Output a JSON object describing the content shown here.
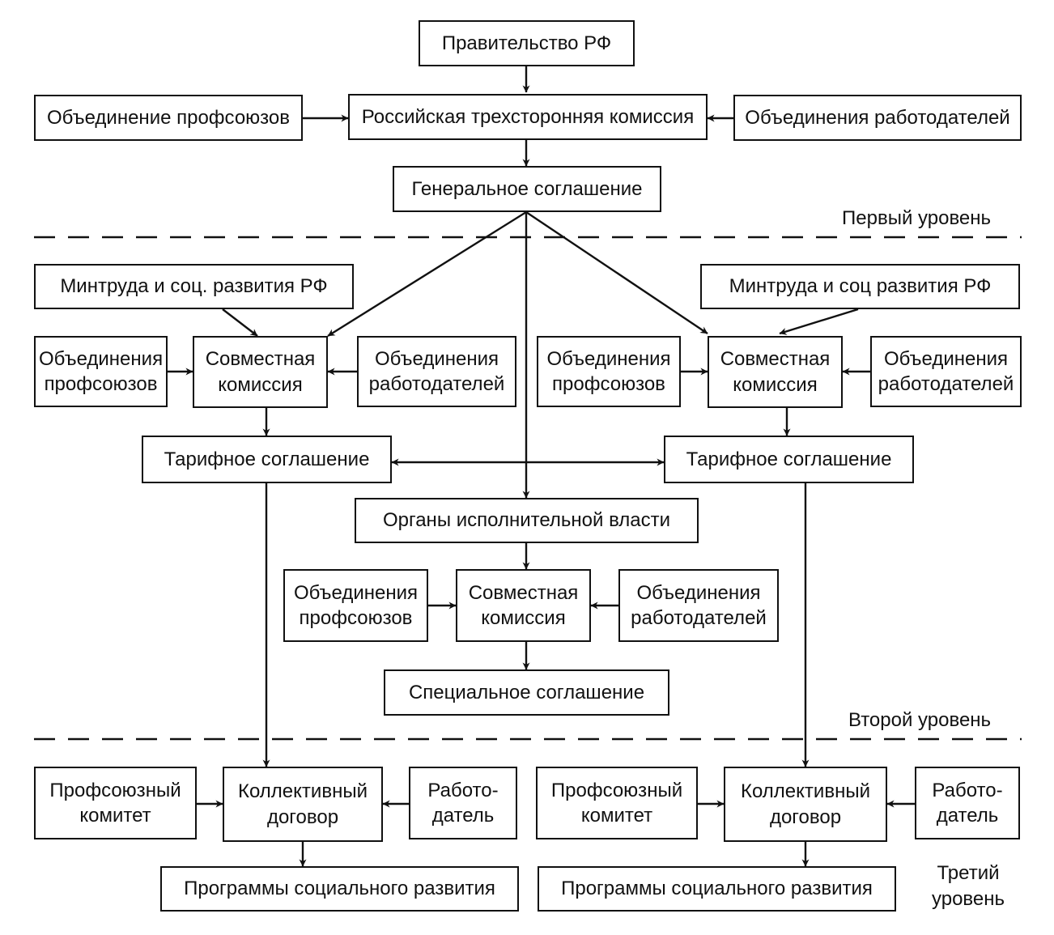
{
  "boxes": {
    "government": "Правительство РФ",
    "trade_unions_association_top": "Объединение профсоюзов",
    "tripartite_commission": "Российская трехсторонняя комиссия",
    "employers_associations_top": "Объединения работодателей",
    "general_agreement": "Генеральное соглашение",
    "ministry_left": "Минтруда и соц. развития РФ",
    "ministry_right": "Минтруда и соц  развития РФ",
    "unions_left": "Объединения\nпрофсоюзов",
    "joint_commission_left": "Совместная\nкомиссия",
    "employers_left": "Объединения\nработодателей",
    "unions_right": "Объединения\nпрофсоюзов",
    "joint_commission_right": "Совместная\nкомиссия",
    "employers_right": "Объединения\nработодателей",
    "tariff_left": "Тарифное соглашение",
    "tariff_right": "Тарифное соглашение",
    "executive_bodies": "Органы исполнительной власти",
    "unions_center": "Объединения\nпрофсоюзов",
    "joint_commission_center": "Совместная\nкомиссия",
    "employers_center": "Объединения\nработодателей",
    "special_agreement": "Специальное соглашение",
    "union_committee_left": "Профсоюзный\nкомитет",
    "collective_agreement_left": "Коллективный\nдоговор",
    "employer_left": "Работо-\nдатель",
    "union_committee_right": "Профсоюзный\nкомитет",
    "collective_agreement_right": "Коллективный\nдоговор",
    "employer_right": "Работо-\nдатель",
    "social_programs_left": "Программы социального развития",
    "social_programs_right": "Программы социального развития"
  },
  "levels": {
    "first": "Первый уровень",
    "second": "Второй уровень",
    "third": "Третий\nуровень"
  }
}
